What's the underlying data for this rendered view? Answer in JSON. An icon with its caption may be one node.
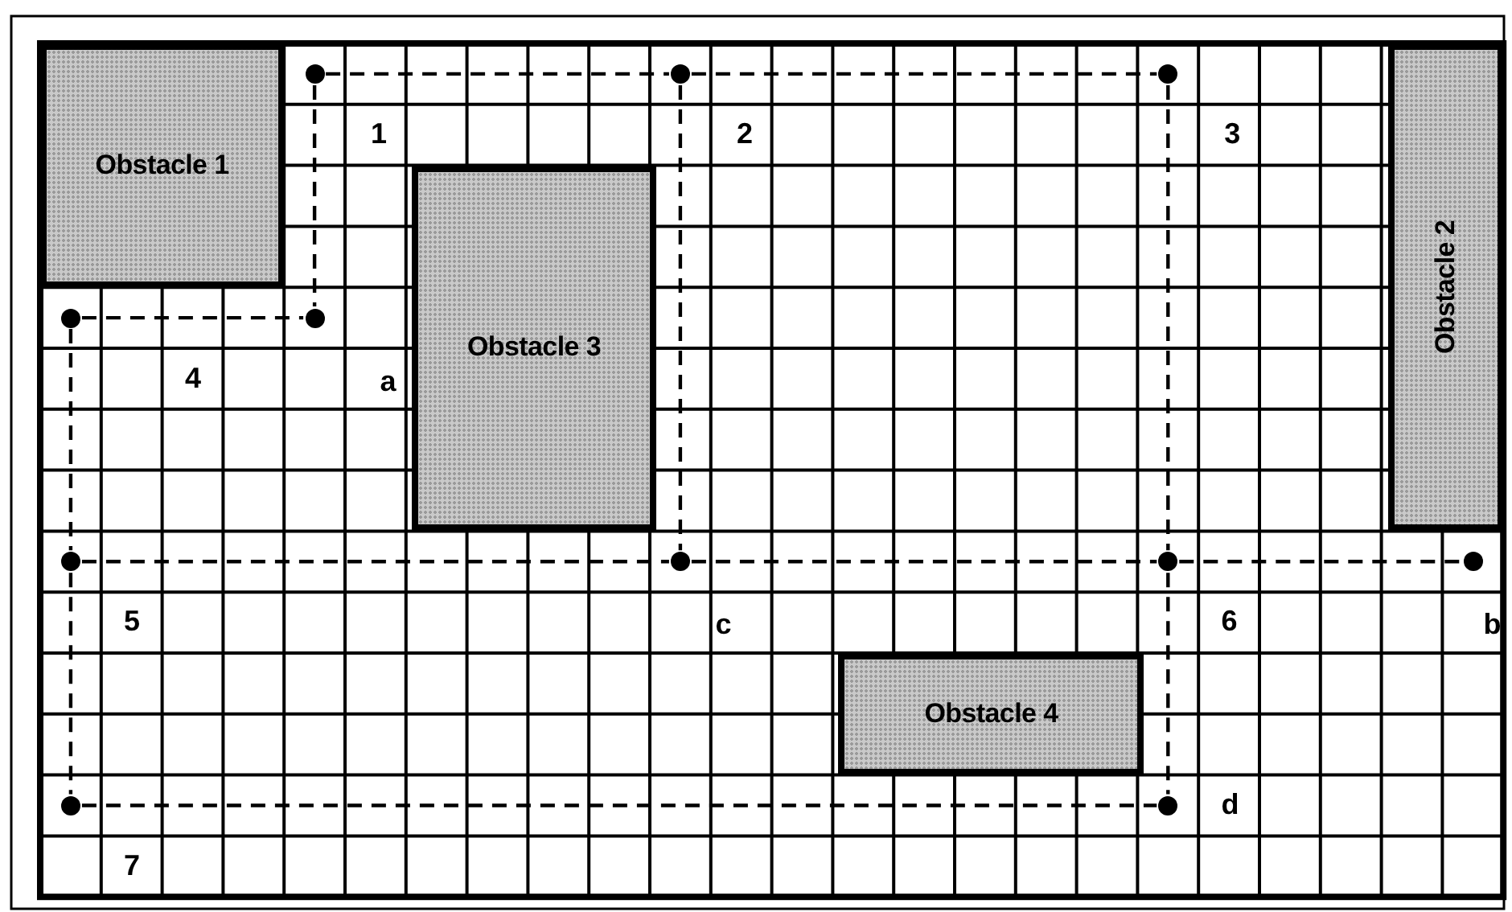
{
  "diagram": {
    "nodes": [
      {
        "text": [
          "Obstacle 1"
        ]
      },
      {
        "text": [
          "Obstacle 2"
        ]
      },
      {
        "text": [
          "Obstacle 3"
        ]
      },
      {
        "text": [
          "Obstacle 4"
        ]
      },
      {
        "text": [],
        "shape": "circle"
      },
      {
        "text": [],
        "shape": "circle"
      },
      {
        "text": [],
        "shape": "circle"
      },
      {
        "text": [],
        "shape": "circle"
      },
      {
        "text": [],
        "shape": "circle"
      },
      {
        "text": [],
        "shape": "circle"
      },
      {
        "text": [],
        "shape": "circle"
      },
      {
        "text": [],
        "shape": "circle"
      },
      {
        "text": [],
        "shape": "circle"
      },
      {
        "text": [],
        "shape": "circle"
      },
      {
        "text": [],
        "shape": "circle"
      }
    ],
    "edges": [
      {
        "from": 4,
        "to": 5,
        "arrow": "none",
        "style": "dashed"
      },
      {
        "from": 5,
        "to": 6,
        "arrow": "none",
        "style": "dashed"
      },
      {
        "from": 4,
        "to": 8,
        "arrow": "none",
        "style": "dashed"
      },
      {
        "from": 7,
        "to": 8,
        "arrow": "none",
        "style": "dashed"
      },
      {
        "from": 7,
        "to": 9,
        "arrow": "none",
        "style": "dashed"
      },
      {
        "from": 9,
        "to": 13,
        "arrow": "none",
        "style": "dashed"
      },
      {
        "from": 5,
        "to": 10,
        "arrow": "none",
        "style": "dashed"
      },
      {
        "from": 9,
        "to": 10,
        "arrow": "none",
        "style": "dashed"
      },
      {
        "from": 10,
        "to": 11,
        "arrow": "none",
        "style": "dashed"
      },
      {
        "from": 11,
        "to": 12,
        "arrow": "none",
        "style": "dashed"
      },
      {
        "from": 6,
        "to": 11,
        "arrow": "none",
        "style": "dashed"
      },
      {
        "from": 11,
        "to": 14,
        "arrow": "none",
        "style": "dashed"
      },
      {
        "from": 13,
        "to": 14,
        "arrow": "none",
        "style": "dashed"
      }
    ],
    "labels": [
      "1",
      "2",
      "3",
      "4",
      "a",
      "5",
      "c",
      "6",
      "b",
      "7",
      "d"
    ]
  }
}
